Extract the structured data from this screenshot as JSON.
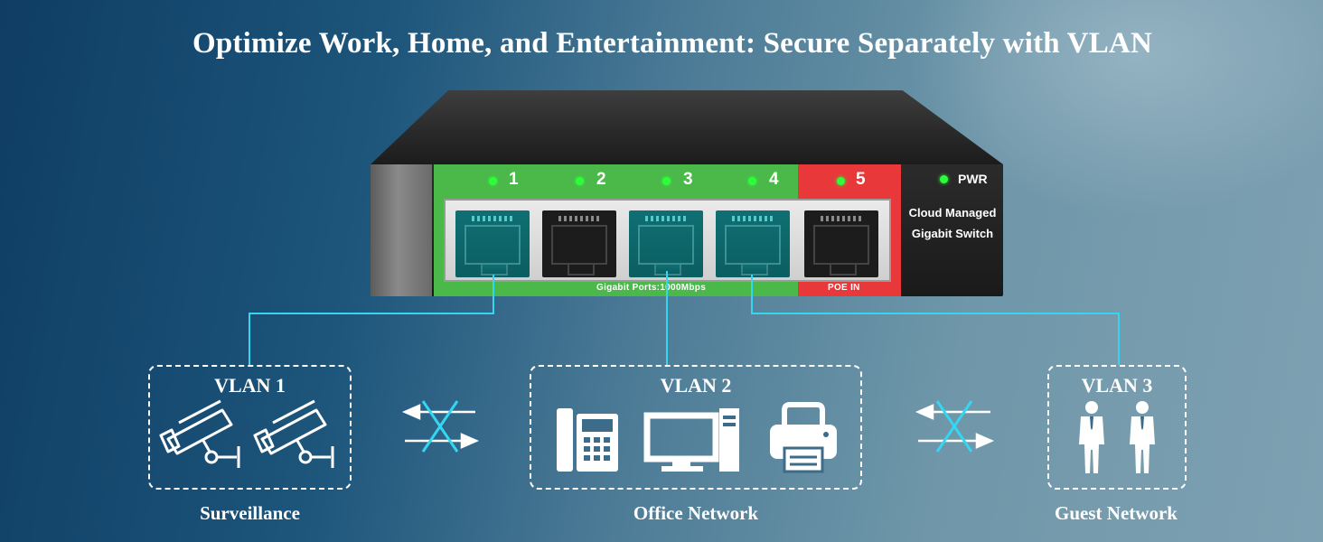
{
  "title": "Optimize Work, Home, and Entertainment: Secure Separately with VLAN",
  "switch": {
    "ports": [
      {
        "label": "1",
        "color": "teal"
      },
      {
        "label": "2",
        "color": "black"
      },
      {
        "label": "3",
        "color": "teal"
      },
      {
        "label": "4",
        "color": "teal"
      },
      {
        "label": "5",
        "color": "black"
      }
    ],
    "pwr_label": "PWR",
    "model_line1": "Cloud Managed",
    "model_line2": "Gigabit Switch",
    "gigabit_strip": "Gigabit Ports:1000Mbps",
    "poe_strip": "POE IN",
    "colors": {
      "green_panel": "#4bb84a",
      "red_panel": "#e8383a",
      "led": "#2cff3a",
      "port_teal": "#0f6f72"
    }
  },
  "vlans": [
    {
      "title": "VLAN 1",
      "caption": "Surveillance",
      "icons": [
        "cctv-camera-icon",
        "cctv-camera-icon"
      ]
    },
    {
      "title": "VLAN 2",
      "caption": "Office Network",
      "icons": [
        "desk-phone-icon",
        "desktop-computer-icon",
        "printer-icon"
      ]
    },
    {
      "title": "VLAN 3",
      "caption": "Guest Network",
      "icons": [
        "person-icon",
        "person-icon"
      ]
    }
  ],
  "blocked_icon": "blocked-traffic-arrows-icon",
  "connector_color": "#35d6f2"
}
